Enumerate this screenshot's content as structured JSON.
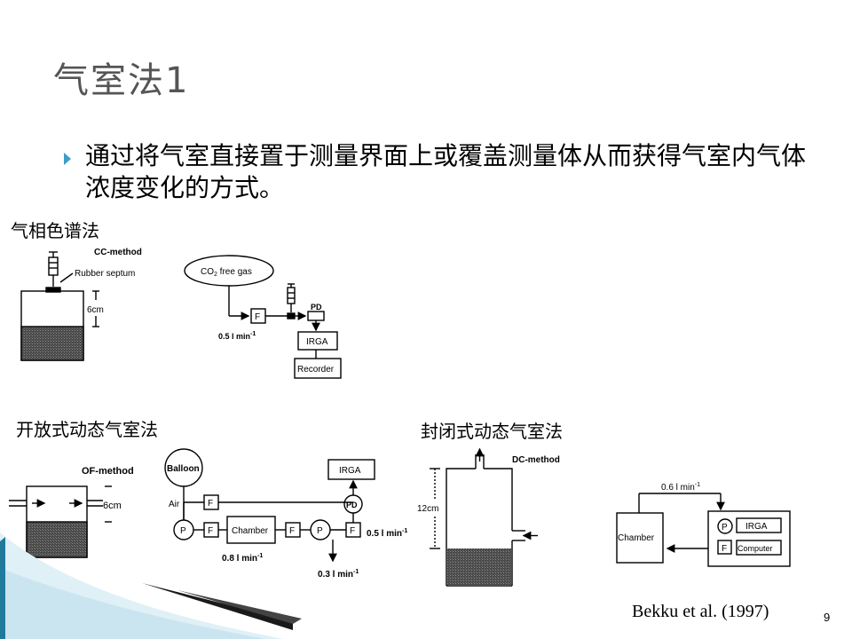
{
  "slide": {
    "title": "气室法1",
    "bullet": "通过将气室直接置于测量界面上或覆盖测量体从而获得气室内气体浓度变化的方式。",
    "section_labels": {
      "gas_chromatography": "气相色谱法",
      "open_dynamic": "开放式动态气室法",
      "closed_dynamic": "封闭式动态气室法"
    },
    "citation": "Bekku et al. (1997)",
    "page_number": "9"
  },
  "cc_diagram": {
    "method": "CC-method",
    "septum": "Rubber septum",
    "height": "6cm",
    "gas_source": "CO",
    "gas_sub": "2",
    "gas_suffix": " free gas",
    "filter": "F",
    "detector": "PD",
    "flow": "0.5 l min",
    "flow_exp": "-1",
    "analyzer": "IRGA",
    "recorder": "Recorder"
  },
  "of_diagram": {
    "method": "OF-method",
    "height": "6cm",
    "balloon": "Balloon",
    "air": "Air",
    "pump": "P",
    "filter": "F",
    "chamber": "Chamber",
    "detector": "PD",
    "analyzer": "IRGA",
    "flow_main": "0.8 l min",
    "flow_right": "0.5 l min",
    "flow_exhaust": "0.3 l min",
    "exp": "-1"
  },
  "dc_diagram": {
    "method": "DC-method",
    "height": "12cm",
    "flow": "0.6 l min",
    "exp": "-1",
    "chamber": "Chamber",
    "pump": "P",
    "filter": "F",
    "analyzer": "IRGA",
    "computer": "Computer"
  },
  "colors": {
    "title": "#555555",
    "bullet": "#3f9cc8",
    "deco_dark": "#1a1a1a",
    "deco_teal": "#1f7a9c"
  }
}
